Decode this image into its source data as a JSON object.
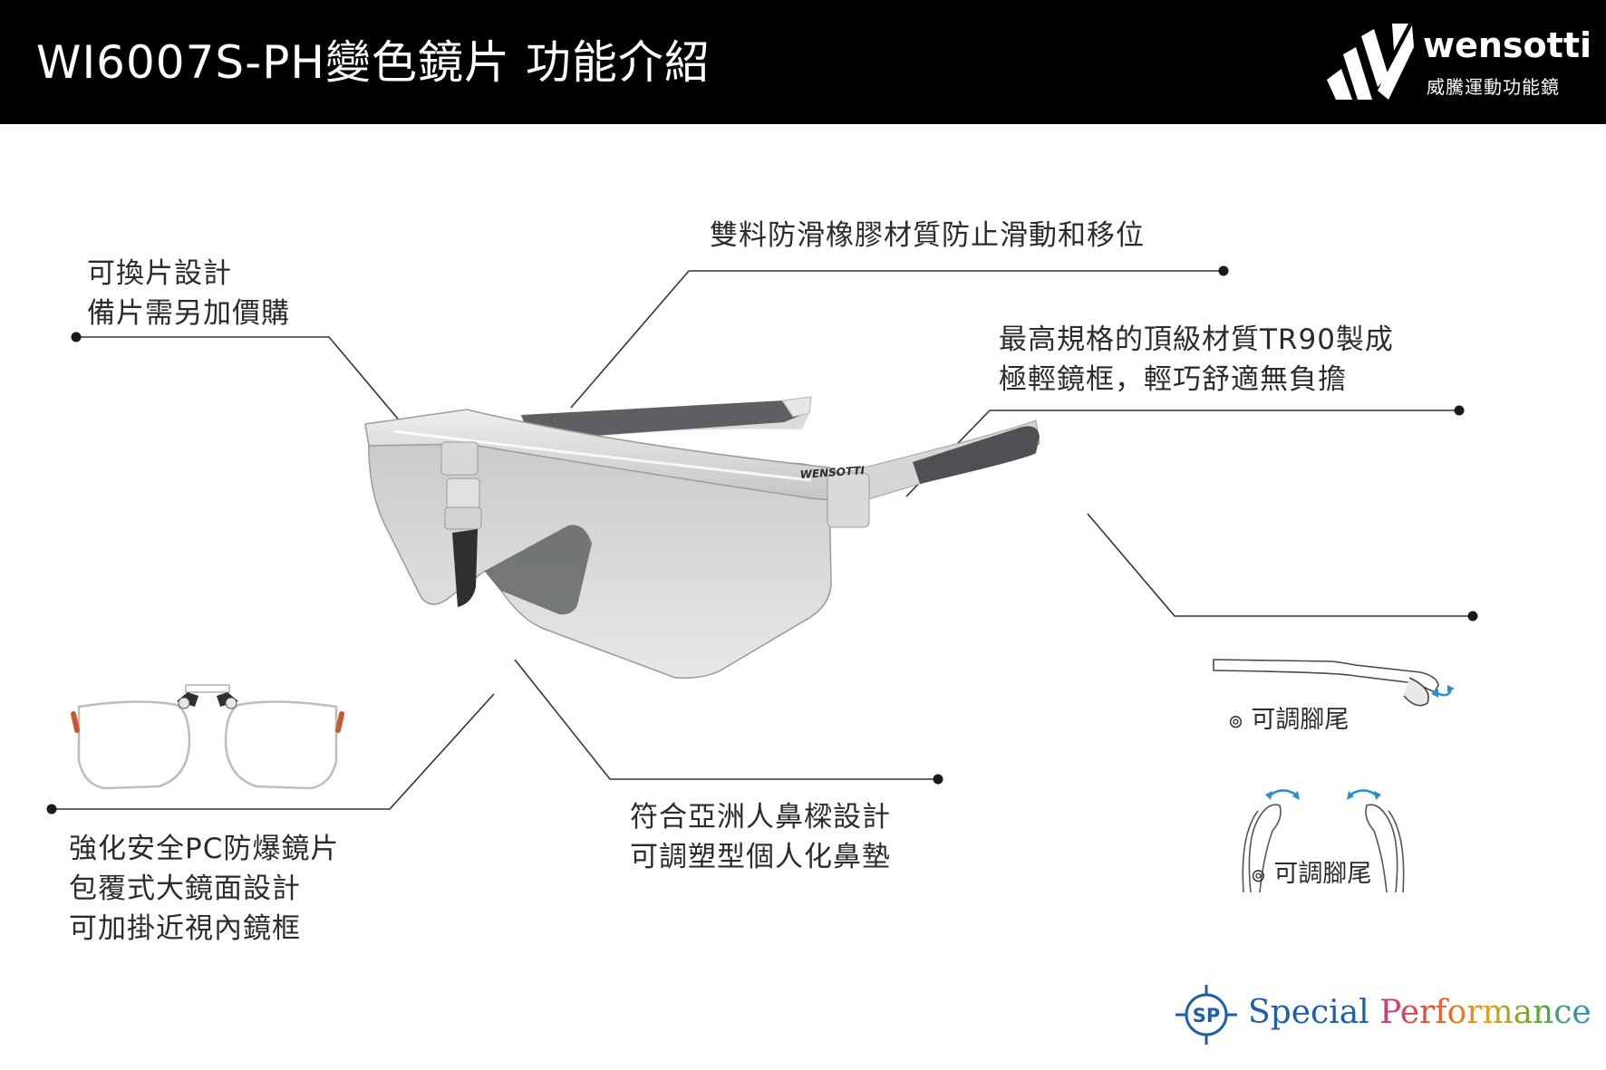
{
  "header": {
    "title": "WI6007S-PH變色鏡片 功能介紹"
  },
  "brand": {
    "name": "wensotti",
    "subtitle": "威騰運動功能鏡",
    "lens_print": "WENSOTTI"
  },
  "callouts": {
    "replaceable": [
      "可換片設計",
      "備片需另加價購"
    ],
    "anti_slip": [
      "雙料防滑橡膠材質防止滑動和移位"
    ],
    "frame": [
      "最高規格的頂級材質TR90製成",
      "極輕鏡框，輕巧舒適無負擔"
    ],
    "nose": [
      "符合亞洲人鼻樑設計",
      "可調塑型個人化鼻墊"
    ],
    "lens": [
      "強化安全PC防爆鏡片",
      "包覆式大鏡面設計",
      "可加掛近視內鏡框"
    ]
  },
  "temple_labels": {
    "side": "可調腳尾",
    "top": "可調腳尾",
    "marker": "⊚"
  },
  "footer_logo": {
    "icon_text": "SP",
    "word1": "Special",
    "word2": "Performance"
  },
  "colors": {
    "header_bg": "#000000",
    "line": "#333333",
    "accent_blue": "#2a8fcf",
    "sp_blue": "#1f5fa8"
  }
}
